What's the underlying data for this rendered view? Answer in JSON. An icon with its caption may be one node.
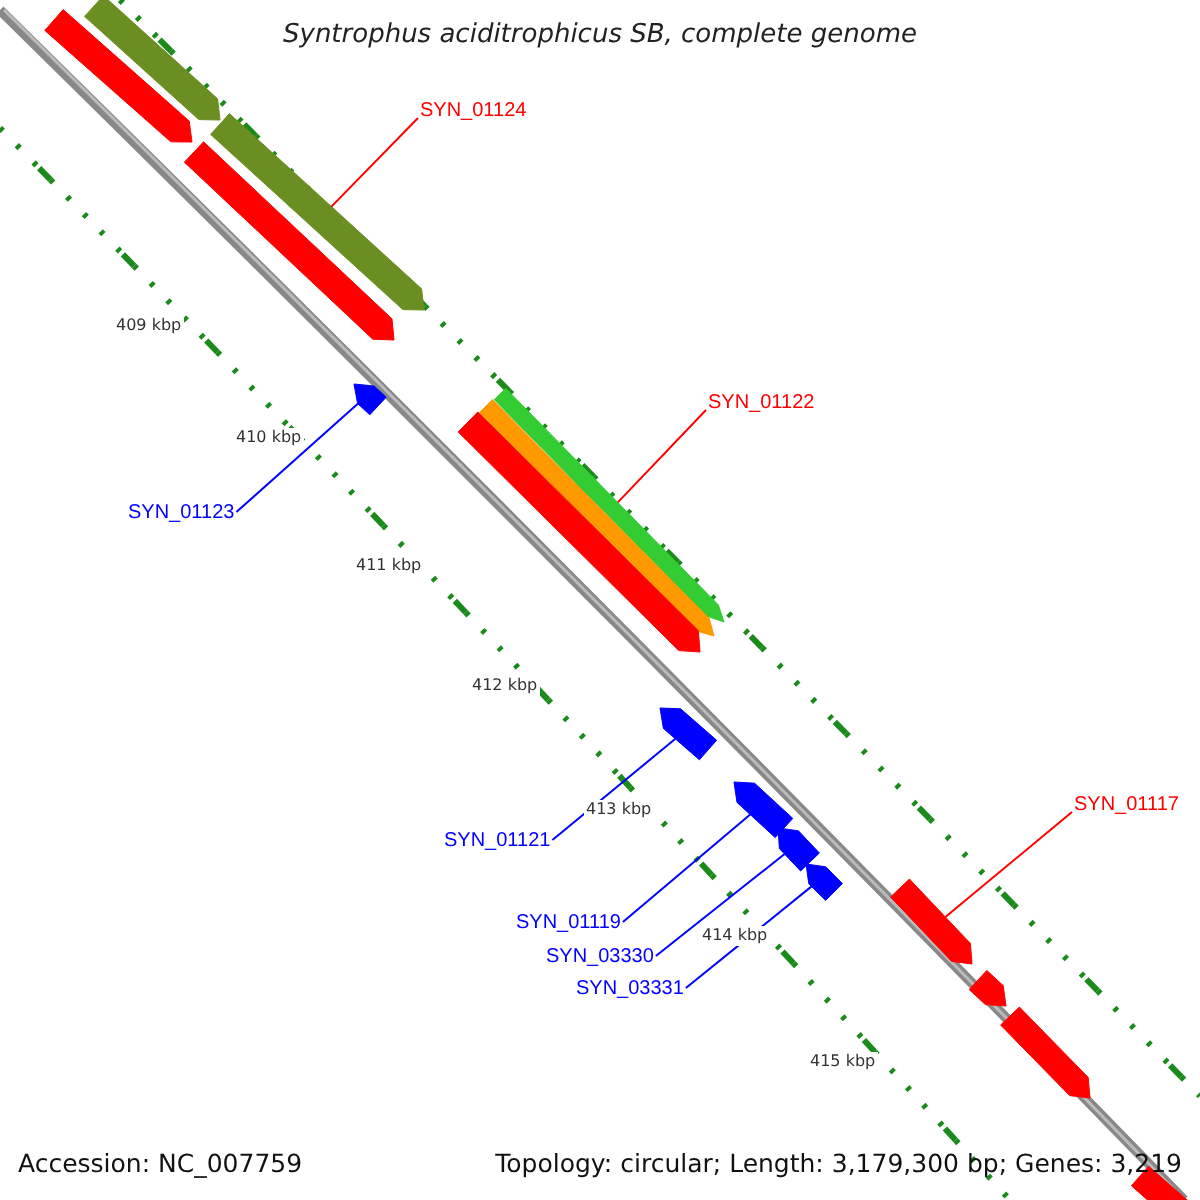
{
  "diagram": {
    "title": "Syntrophus aciditrophicus SB, complete genome",
    "nodes": [
      {
        "text": [
          "SYN_01124"
        ]
      },
      {
        "text": [
          "SYN_01122"
        ]
      },
      {
        "text": [
          "SYN_01123"
        ]
      },
      {
        "text": [
          "SYN_01117"
        ]
      },
      {
        "text": [
          "SYN_01121"
        ]
      },
      {
        "text": [
          "SYN_01119"
        ]
      },
      {
        "text": [
          "SYN_03330"
        ]
      },
      {
        "text": [
          "SYN_03331"
        ]
      },
      {
        "text": [],
        "shape": "bar"
      },
      {
        "text": [],
        "shape": "bar"
      },
      {
        "text": [],
        "shape": "bar"
      },
      {
        "text": [],
        "shape": "bar"
      },
      {
        "text": [],
        "shape": "bar"
      },
      {
        "text": [],
        "shape": "bar"
      },
      {
        "text": [],
        "shape": "bar"
      },
      {
        "text": [],
        "shape": "bar"
      },
      {
        "text": [],
        "shape": "bar"
      },
      {
        "text": [],
        "shape": "bar"
      },
      {
        "text": [],
        "shape": "bar"
      },
      {
        "text": [],
        "shape": "bar"
      },
      {
        "text": [],
        "shape": "bar"
      },
      {
        "text": [],
        "shape": "bar"
      },
      {
        "text": [],
        "shape": "bar"
      },
      {
        "text": [],
        "shape": "bar"
      }
    ],
    "edges": [
      {
        "from": 0,
        "to": 10,
        "arrow": "none",
        "color": "#ff0000"
      },
      {
        "from": 1,
        "to": 13,
        "arrow": "none",
        "color": "#ff0000"
      },
      {
        "from": 2,
        "to": 12,
        "arrow": "none"
      },
      {
        "from": 3,
        "to": 20,
        "arrow": "none",
        "color": "#ff0000"
      },
      {
        "from": 4,
        "to": 16,
        "arrow": "none"
      },
      {
        "from": 5,
        "to": 17,
        "arrow": "none"
      },
      {
        "from": 6,
        "to": 18,
        "arrow": "none"
      },
      {
        "from": 7,
        "to": 19,
        "arrow": "none"
      }
    ],
    "labels": [
      "409 kbp",
      "410 kbp",
      "411 kbp",
      "412 kbp",
      "413 kbp",
      "414 kbp",
      "415 kbp",
      "Accession: NC_007759",
      "Topology: circular; Length: 3,179,300 bp; Genes: 3,219"
    ]
  }
}
